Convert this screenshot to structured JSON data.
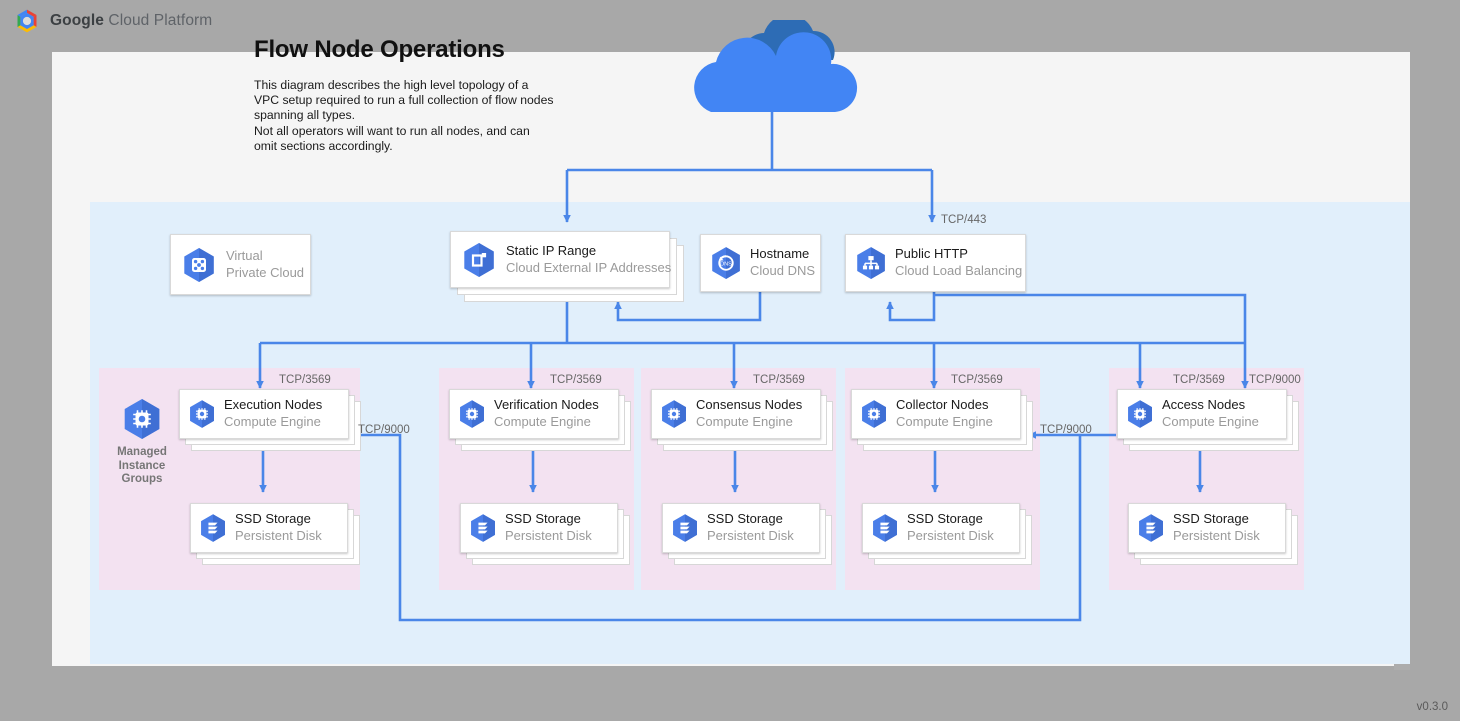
{
  "header": {
    "logo_icon": "google-cloud-platform-logo",
    "brand_bold": "Google",
    "brand_rest": " Cloud Platform"
  },
  "diagram": {
    "title": "Flow Node Operations",
    "description_line1": "This diagram describes the high level topology of a VPC setup required to run a full collection of flow nodes spanning all types.",
    "description_line2": "Not all operators will want to run all nodes, and can omit sections accordingly.",
    "version": "v0.3.0",
    "cloud_icon": "internet-cloud-icon"
  },
  "colors": {
    "page_bg": "#a8a8a8",
    "panel_bg": "#f5f5f5",
    "vpc_bg": "#e1effb",
    "mig_bg": "#f3e2f1",
    "connector": "#4a86e8",
    "gcp_blue": "#4285f4",
    "card_border": "#d9d9d9",
    "muted_text": "#9a9a9a"
  },
  "vpc": {
    "label_card": {
      "title": "Virtual",
      "subtitle": "Private Cloud",
      "icon": "virtual-private-cloud-icon"
    }
  },
  "top_nodes": [
    {
      "id": "static-ip-range",
      "title": "Static IP Range",
      "subtitle": "Cloud External IP Addresses",
      "icon": "cloud-external-ip-addresses-icon",
      "stacked": true
    },
    {
      "id": "hostname",
      "title": "Hostname",
      "subtitle": "Cloud DNS",
      "icon": "cloud-dns-icon",
      "stacked": false
    },
    {
      "id": "public-http",
      "title": "Public HTTP",
      "subtitle": "Cloud Load Balancing",
      "icon": "cloud-load-balancing-icon",
      "stacked": false
    }
  ],
  "mig_label": {
    "icon": "compute-engine-icon",
    "caption_line1": "Managed",
    "caption_line2": "Instance",
    "caption_line3": "Groups"
  },
  "node_groups": [
    {
      "id": "execution",
      "compute": {
        "title": "Execution Nodes",
        "subtitle": "Compute Engine",
        "icon": "compute-engine-icon"
      },
      "storage": {
        "title": "SSD Storage",
        "subtitle": "Persistent Disk",
        "icon": "persistent-disk-icon"
      },
      "inbound_port": "TCP/3569"
    },
    {
      "id": "verification",
      "compute": {
        "title": "Verification Nodes",
        "subtitle": "Compute Engine",
        "icon": "compute-engine-icon"
      },
      "storage": {
        "title": "SSD Storage",
        "subtitle": "Persistent Disk",
        "icon": "persistent-disk-icon"
      },
      "inbound_port": "TCP/3569"
    },
    {
      "id": "consensus",
      "compute": {
        "title": "Consensus Nodes",
        "subtitle": "Compute Engine",
        "icon": "compute-engine-icon"
      },
      "storage": {
        "title": "SSD Storage",
        "subtitle": "Persistent Disk",
        "icon": "persistent-disk-icon"
      },
      "inbound_port": "TCP/3569"
    },
    {
      "id": "collector",
      "compute": {
        "title": "Collector Nodes",
        "subtitle": "Compute Engine",
        "icon": "compute-engine-icon"
      },
      "storage": {
        "title": "SSD Storage",
        "subtitle": "Persistent Disk",
        "icon": "persistent-disk-icon"
      },
      "inbound_port": "TCP/3569"
    },
    {
      "id": "access",
      "compute": {
        "title": "Access Nodes",
        "subtitle": "Compute Engine",
        "icon": "compute-engine-icon"
      },
      "storage": {
        "title": "SSD Storage",
        "subtitle": "Persistent Disk",
        "icon": "persistent-disk-icon"
      },
      "inbound_port": "TCP/3569"
    }
  ],
  "port_labels": {
    "https": "TCP/443",
    "access_extra": "TCP/9000",
    "access_to_collector": "TCP/9000",
    "access_to_execution": "TCP/9000"
  }
}
